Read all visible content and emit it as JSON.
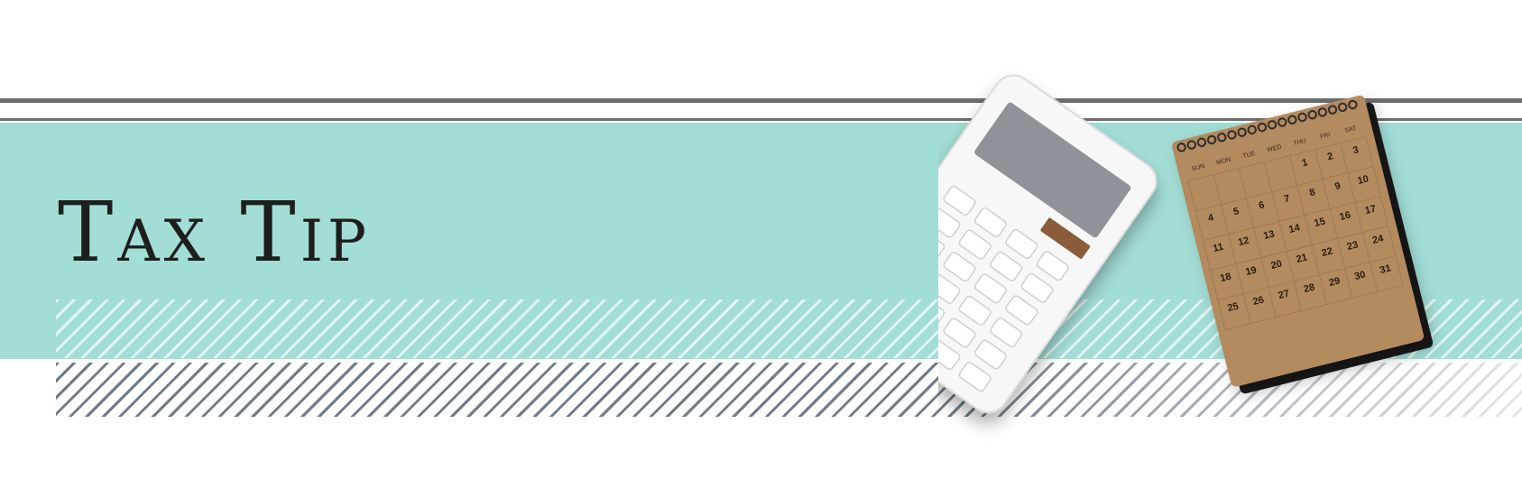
{
  "banner": {
    "title": "Tax Tip",
    "colors": {
      "band": "#a2ddd6",
      "rule": "#6e6e6e",
      "hatch": "#6f7b87"
    }
  },
  "illustration": {
    "icons": [
      "calculator-icon",
      "desk-calendar-icon"
    ],
    "calendar": {
      "weekdays": [
        "SUN",
        "MON",
        "TUE",
        "WED",
        "THU",
        "FRI",
        "SAT"
      ],
      "dates": [
        "1",
        "2",
        "3",
        "4",
        "5",
        "6",
        "7",
        "8",
        "9",
        "10",
        "11",
        "12",
        "13",
        "14",
        "15",
        "16",
        "17",
        "18",
        "19",
        "20",
        "21",
        "22",
        "23",
        "24",
        "25",
        "26",
        "27",
        "28",
        "29",
        "30",
        "31"
      ]
    }
  }
}
